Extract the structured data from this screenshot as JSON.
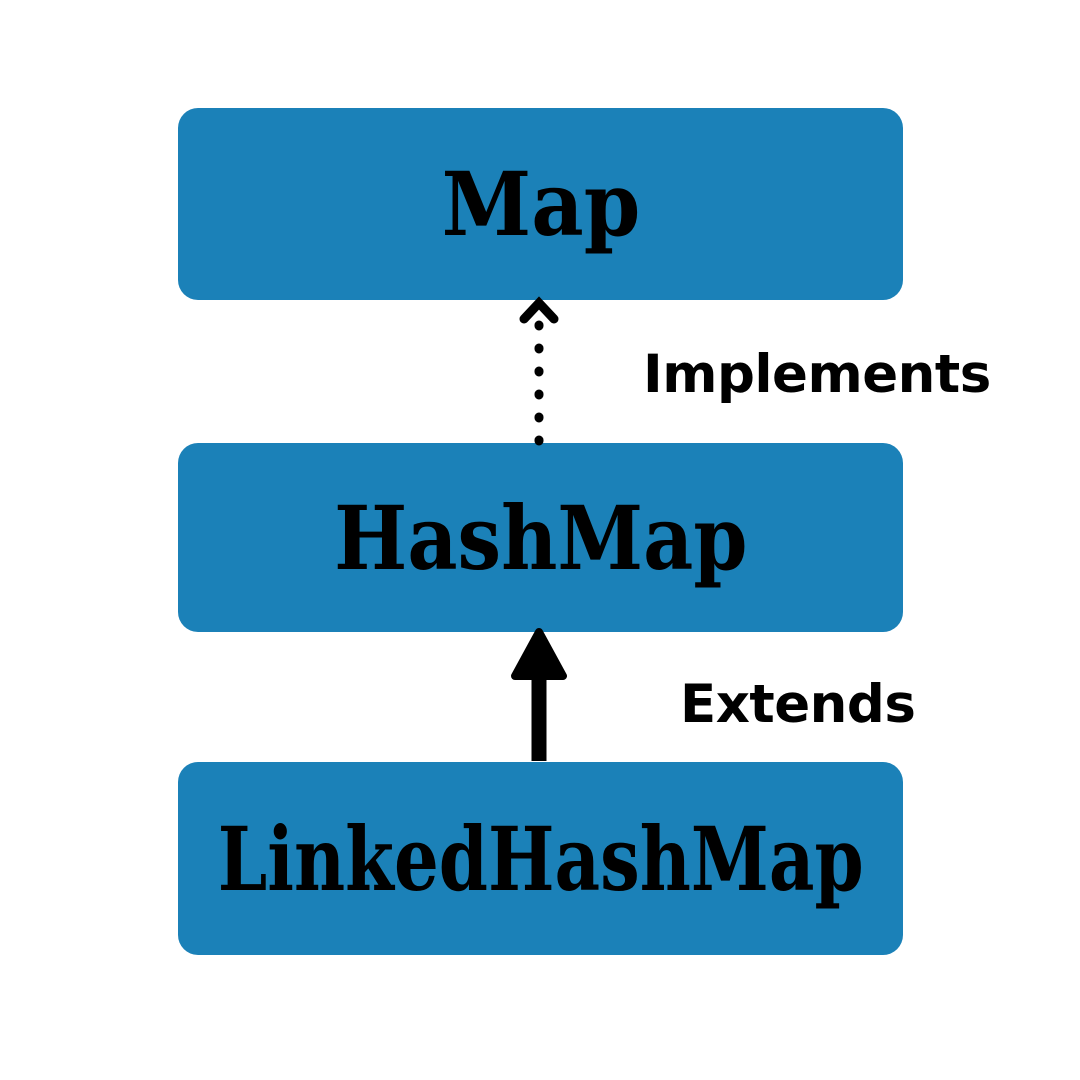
{
  "diagram": {
    "type": "uml-class-hierarchy",
    "background_color": "#FFFFFF",
    "box_fill_color": "#1B81B8",
    "text_color": "#000000",
    "connector_color": "#000000",
    "nodes": [
      {
        "id": "map",
        "label": "Map",
        "role": "interface"
      },
      {
        "id": "hashmap",
        "label": "HashMap",
        "role": "class"
      },
      {
        "id": "linkedhashmap",
        "label": "LinkedHashMap",
        "role": "class"
      }
    ],
    "edges": [
      {
        "id": "implements",
        "label": "Implements",
        "from": "hashmap",
        "to": "map",
        "line_style": "dotted",
        "arrowhead": "open-chevron"
      },
      {
        "id": "extends",
        "label": "Extends",
        "from": "linkedhashmap",
        "to": "hashmap",
        "line_style": "solid",
        "arrowhead": "filled-triangle"
      }
    ]
  }
}
